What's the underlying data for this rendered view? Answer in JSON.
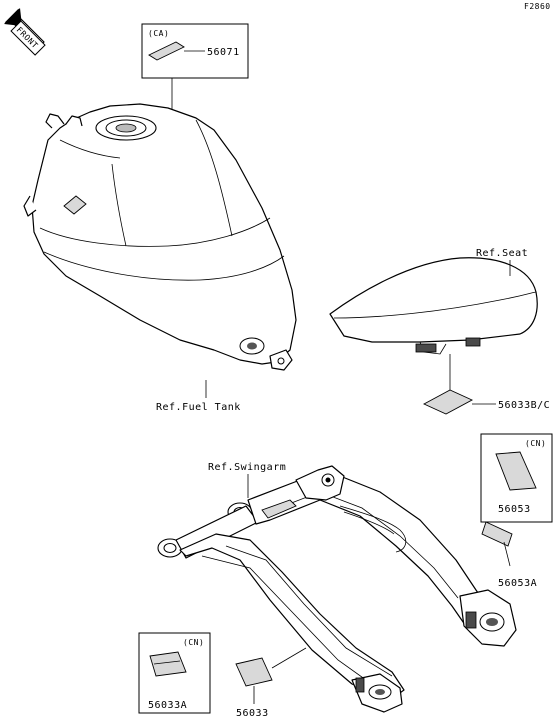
{
  "figure_code": "F2860",
  "front_marker": "FRONT",
  "region_codes": {
    "ca": "(CA)",
    "cn_a": "(CN)",
    "cn_b": "(CN)"
  },
  "parts": {
    "p56071": "56071",
    "p56033bc": "56033B/C",
    "p56053": "56053",
    "p56053a": "56053A",
    "p56033a": "56033A",
    "p56033": "56033"
  },
  "references": {
    "fuel_tank": "Ref.Fuel Tank",
    "seat": "Ref.Seat",
    "swingarm": "Ref.Swingarm"
  }
}
